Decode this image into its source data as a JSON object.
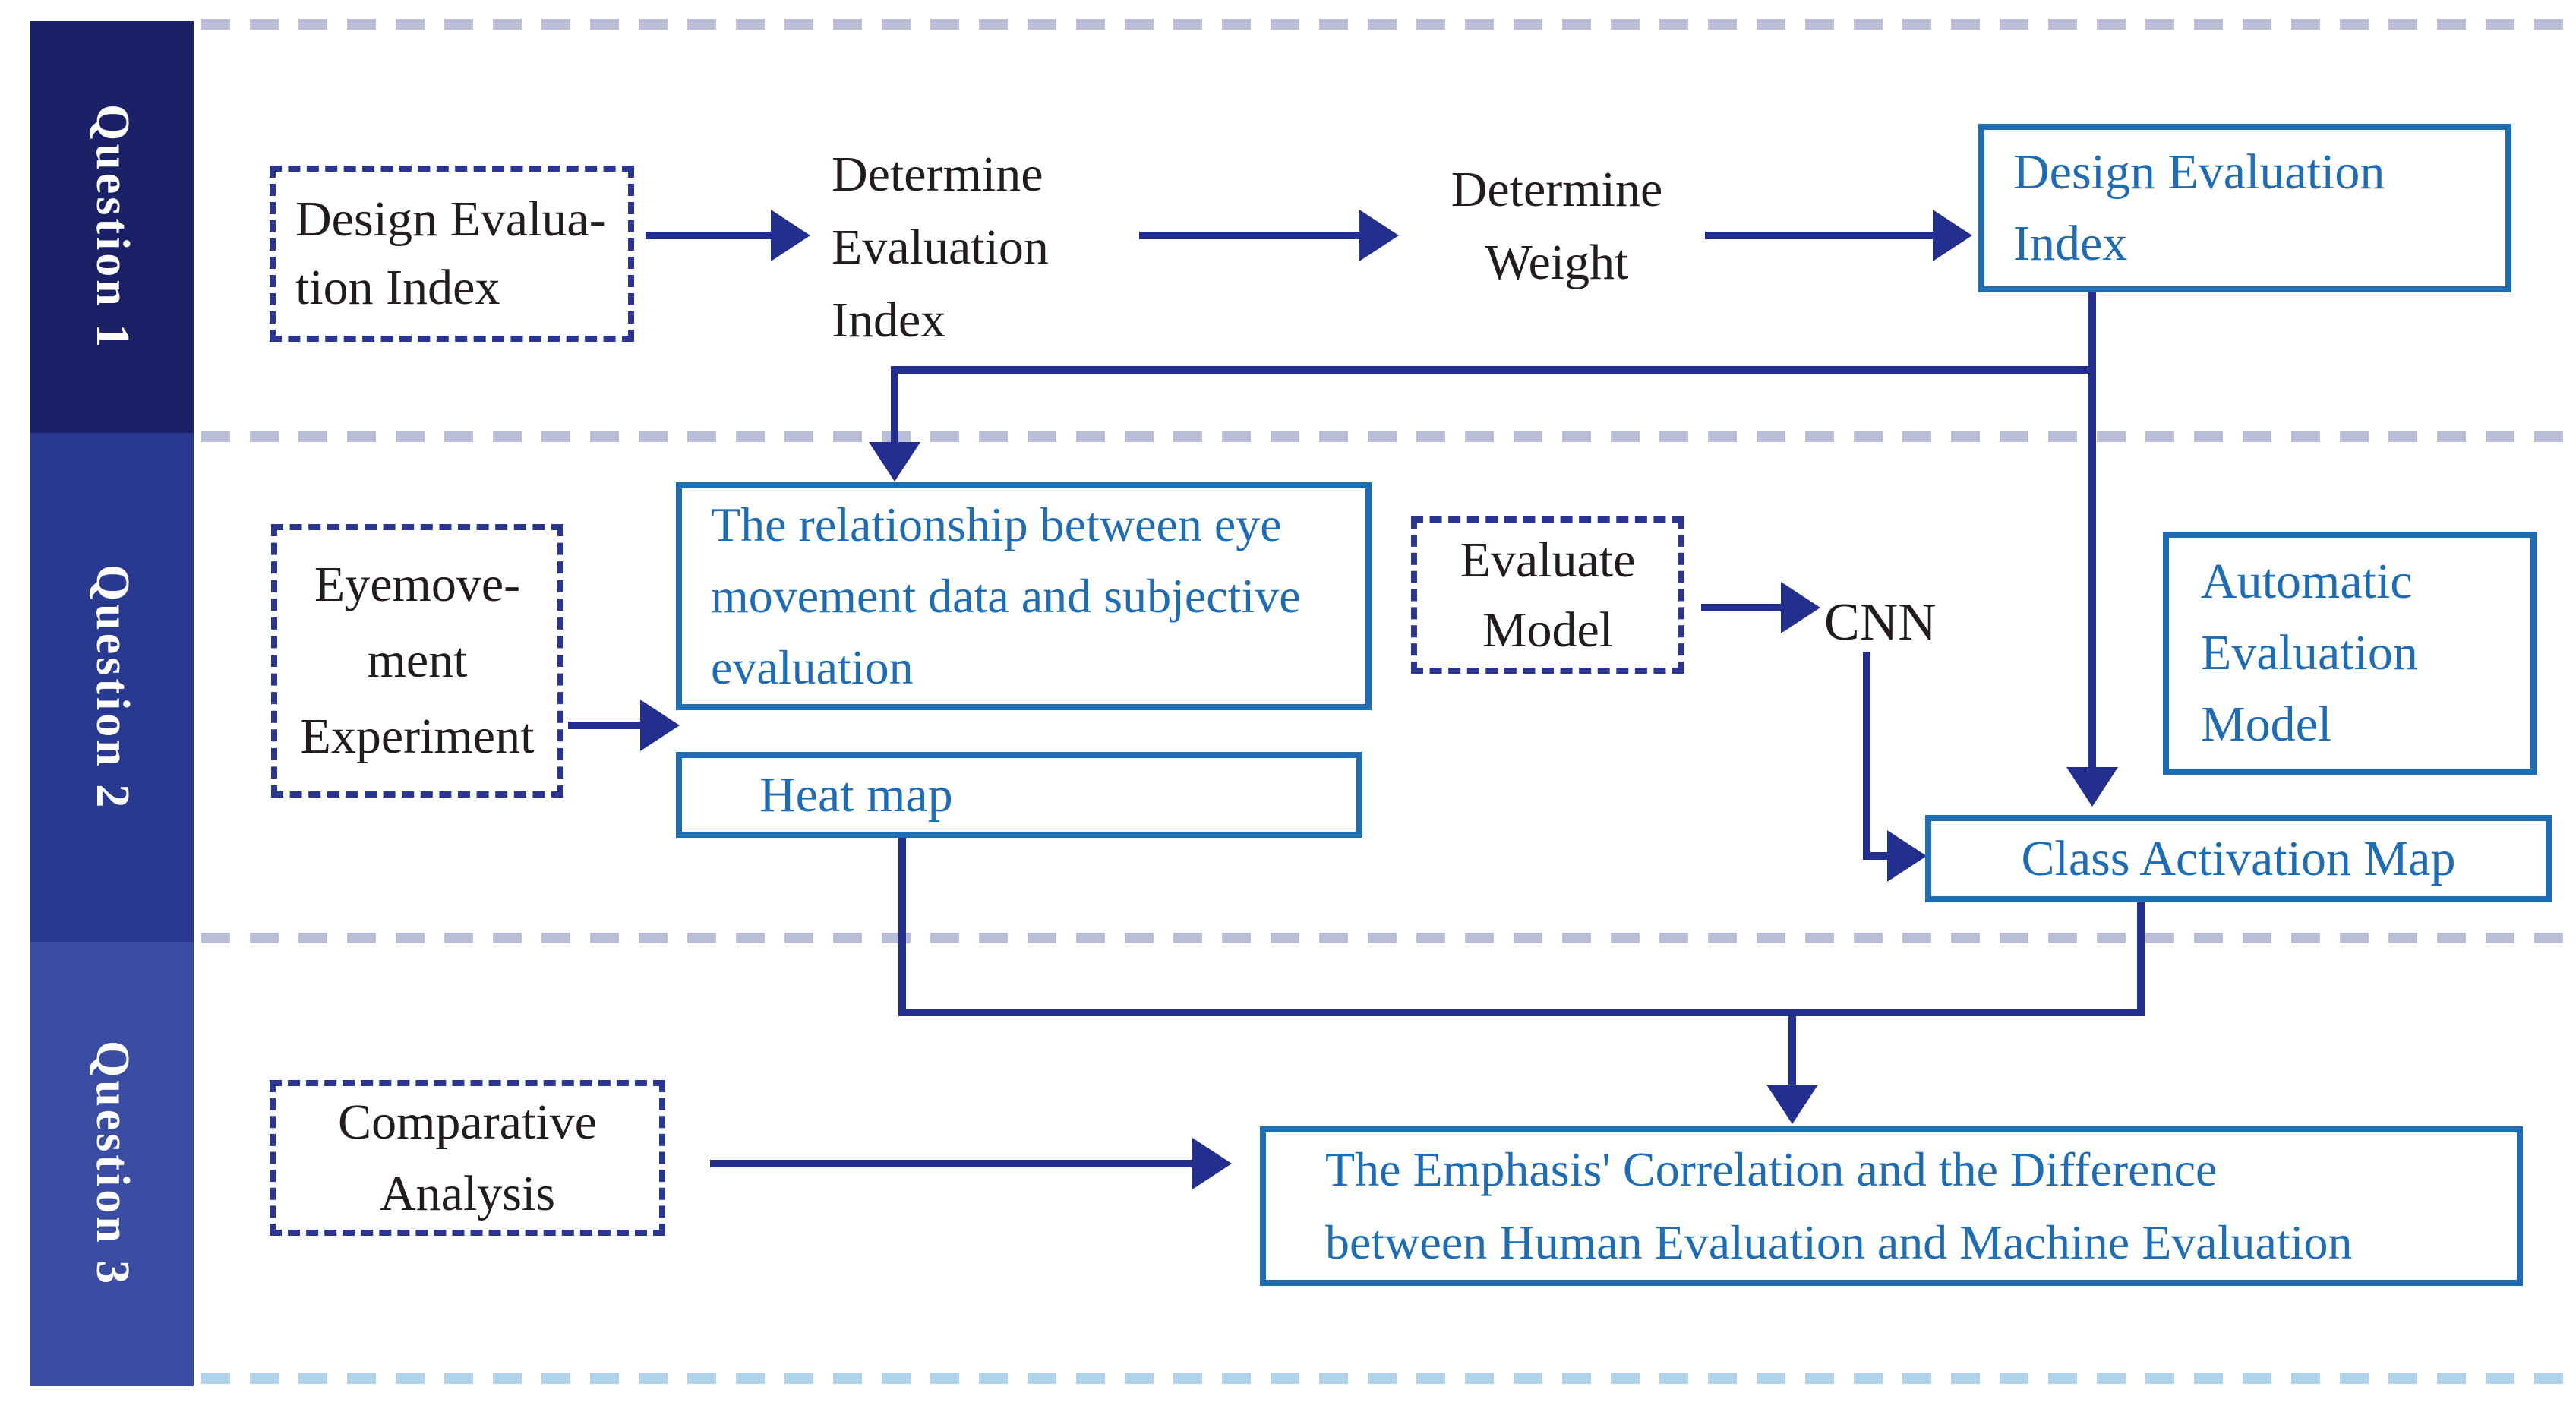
{
  "title": "Research questions flow diagram",
  "colors": {
    "question1_sidebar": "#1a2166",
    "question2_sidebar": "#2a3990",
    "question3_sidebar": "#3a4da2",
    "solid_box_border_and_text": "#1e6cb4",
    "connector_navy": "#232f8e",
    "dashed_box_border": "#2a3590",
    "separator_gray": "#b9bdd8",
    "separator_light_blue": "#aed3ec",
    "black_text": "#231c1a"
  },
  "sidebar": {
    "sections": [
      {
        "label": "Question 1"
      },
      {
        "label": "Question 2"
      },
      {
        "label": "Question 3"
      }
    ]
  },
  "question1": {
    "design_index_dashed_box": "Design Evalua-\ntion Index",
    "determine_evaluation_index": "Determine\nEvaluation\nIndex",
    "determine_weight": "Determine\nWeight",
    "design_evaluation_index_box": "Design Evaluation\nIndex"
  },
  "question2": {
    "eye_movement_dashed_box": "Eyemove-\nment\nExperiment",
    "relationship_box": "The relationship between eye\nmovement data and subjective\nevaluation",
    "heat_map_box": "Heat map",
    "evaluate_model_dashed_box": "Evaluate\nModel",
    "cnn_label": "CNN",
    "automatic_evaluation_model_box": "Automatic\nEvaluation\nModel",
    "class_activation_map_box": "Class Activation Map"
  },
  "question3": {
    "comparative_analysis_dashed_box": "Comparative\nAnalysis",
    "result_box": "The Emphasis' Correlation and the Difference\nbetween Human Evaluation and Machine Evaluation"
  }
}
